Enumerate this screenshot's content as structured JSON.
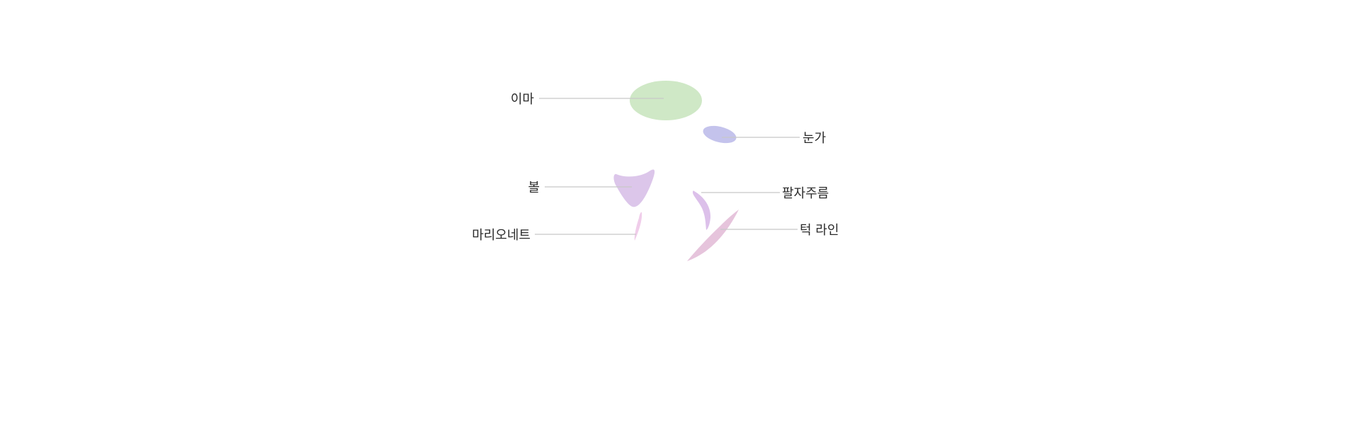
{
  "regions": [
    {
      "id": "forehead",
      "label": "이마",
      "color": "#cfe8c6"
    },
    {
      "id": "eye",
      "label": "눈가",
      "color": "#c4c3ec"
    },
    {
      "id": "cheek",
      "label": "볼",
      "color": "#dcc6ea"
    },
    {
      "id": "nasolabial",
      "label": "팔자주름",
      "color": "#dcc0ea"
    },
    {
      "id": "marionette",
      "label": "마리오네트",
      "color": "#f0cdea"
    },
    {
      "id": "jawline",
      "label": "턱 라인",
      "color": "#e6c4dc"
    }
  ]
}
